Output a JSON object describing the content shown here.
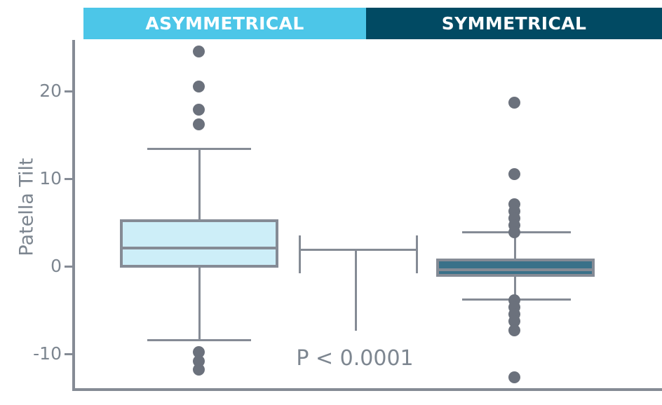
{
  "chart_data": {
    "type": "box",
    "title": "",
    "xlabel": "",
    "ylabel": "Patella Tilt",
    "ylim": [
      -12.5,
      25.8
    ],
    "yticks": [
      20,
      10,
      0,
      -10
    ],
    "ytick_labels": [
      "20",
      "10",
      "0",
      "-10"
    ],
    "grid": false,
    "legend": "none",
    "annotation": "P < 0.0001",
    "categories": [
      "ASYMMETRICAL",
      "SYMMETRICAL"
    ],
    "series": [
      {
        "name": "ASYMMETRICAL",
        "color": "#cdeef8",
        "banner_color": "#4cc6e8",
        "whisker_high": 13.5,
        "q3": 5.4,
        "median": 2.0,
        "q1": 0.0,
        "whisker_low": -7.4,
        "outliers": [
          24.4,
          20.5,
          17.9,
          16.3,
          -9.8,
          -10.3,
          -11.3
        ]
      },
      {
        "name": "SYMMETRICAL",
        "color": "#3a7189",
        "banner_color": "#014a63",
        "whisker_high": 4.2,
        "q3": 0.8,
        "median": -0.3,
        "q1": -1.1,
        "whisker_low": -3.4,
        "outliers": [
          18.9,
          10.6,
          7.2,
          6.5,
          5.9,
          5.4,
          4.9,
          -3.9,
          -4.4,
          -5.0,
          -5.6,
          -6.2,
          -11.6
        ]
      }
    ]
  },
  "banners": {
    "asymmetrical_label": "ASYMMETRICAL",
    "symmetrical_label": "SYMMETRICAL"
  },
  "axis": {
    "y_title": "Patella Tilt",
    "tick_20": "20",
    "tick_10": "10",
    "tick_0": "0",
    "tick_neg10": "-10"
  },
  "stats": {
    "p_value_text": "P < 0.0001"
  },
  "colors": {
    "light_blue": "#4cc6e8",
    "dark_teal": "#014a63",
    "box_light_fill": "#cdeef8",
    "box_dark_fill": "#3a7189",
    "line_gray": "#858b95",
    "text_gray": "#7d8690",
    "marker_gray": "#6b717c"
  }
}
